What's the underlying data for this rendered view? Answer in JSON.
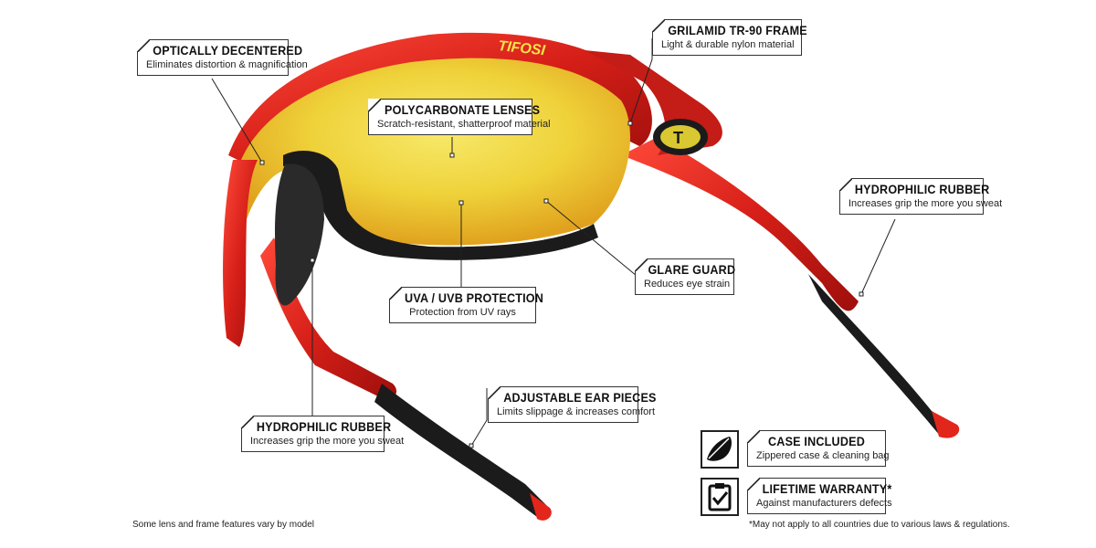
{
  "brand_mark": "TIFOSI",
  "callouts": {
    "optically_decentered": {
      "title": "OPTICALLY DECENTERED",
      "sub": "Eliminates distortion & magnification"
    },
    "polycarbonate": {
      "title": "POLYCARBONATE LENSES",
      "sub": "Scratch-resistant, shatterproof material"
    },
    "grilamid": {
      "title": "GRILAMID TR-90 FRAME",
      "sub": "Light & durable nylon material"
    },
    "hydrophilic_right": {
      "title": "HYDROPHILIC RUBBER",
      "sub": "Increases grip the more you sweat"
    },
    "glare_guard": {
      "title": "GLARE GUARD",
      "sub": "Reduces eye strain"
    },
    "uva_uvb": {
      "title": "UVA / UVB PROTECTION",
      "sub": "Protection from UV rays"
    },
    "ear_pieces": {
      "title": "ADJUSTABLE EAR PIECES",
      "sub": "Limits slippage & increases comfort"
    },
    "hydrophilic_left": {
      "title": "HYDROPHILIC RUBBER",
      "sub": "Increases grip the more you sweat"
    }
  },
  "features": {
    "case": {
      "title": "CASE INCLUDED",
      "sub": "Zippered case & cleaning bag",
      "icon": "case-icon"
    },
    "warranty": {
      "title": "LIFETIME WARRANTY*",
      "sub": "Against manufacturers defects",
      "icon": "checklist-icon"
    }
  },
  "footnotes": {
    "left": "Some lens and frame features vary by model",
    "right": "*May not apply to all countries due to various laws & regulations."
  },
  "colors": {
    "frame": "#d9261c",
    "lens": "#f0d63a",
    "rubber": "#1b1b1b",
    "label_border": "#333333"
  }
}
